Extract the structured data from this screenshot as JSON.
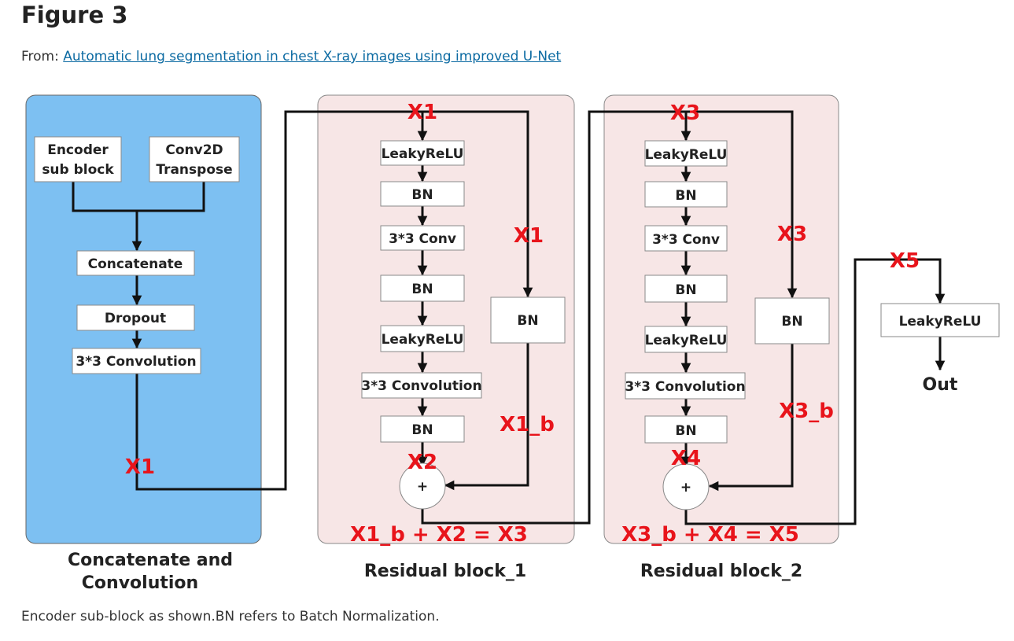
{
  "figure_title": "Figure 3",
  "from_prefix": "From: ",
  "from_link": "Automatic lung segmentation in chest X-ray images using improved U-Net",
  "caption": "Encoder sub-block as shown.BN refers to Batch Normalization.",
  "colors": {
    "panel_blue": "#7dc0f2",
    "panel_pink": "#f7e6e6",
    "label_red": "#e8141b",
    "link": "#0b6aa2"
  },
  "panel1": {
    "encoder_l1": "Encoder",
    "encoder_l2": "sub block",
    "conv2d_l1": "Conv2D",
    "conv2d_l2": "Transpose",
    "concatenate": "Concatenate",
    "dropout": "Dropout",
    "conv": "3*3 Convolution",
    "label_x1": "X1",
    "caption_l1": "Concatenate and",
    "caption_l2": "Convolution"
  },
  "panel2": {
    "leaky1": "LeakyReLU",
    "bn1": "BN",
    "conv1": "3*3 Conv",
    "bn2": "BN",
    "leaky2": "LeakyReLU",
    "conv2": "3*3 Convolution",
    "bn3": "BN",
    "bn_side": "BN",
    "plus": "+",
    "label_top": "X1",
    "label_side": "X1",
    "label_side_b": "X1_b",
    "label_x2": "X2",
    "equation": "X1_b + X2 = X3",
    "caption": "Residual block_1"
  },
  "panel3": {
    "leaky1": "LeakyReLU",
    "bn1": "BN",
    "conv1": "3*3 Conv",
    "bn2": "BN",
    "leaky2": "LeakyReLU",
    "conv2": "3*3 Convolution",
    "bn3": "BN",
    "bn_side": "BN",
    "plus": "+",
    "label_top": "X3",
    "label_side": "X3",
    "label_side_b": "X3_b",
    "label_x4": "X4",
    "equation": "X3_b + X4 = X5",
    "caption": "Residual block_2"
  },
  "output": {
    "label_x5": "X5",
    "leaky": "LeakyReLU",
    "out": "Out"
  }
}
